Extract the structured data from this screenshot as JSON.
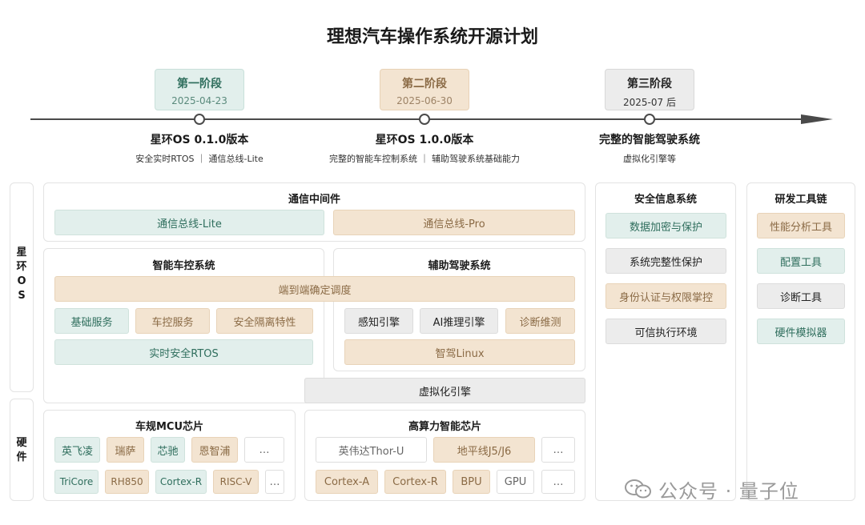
{
  "title": "理想汽车操作系统开源计划",
  "stages": [
    {
      "name": "第一阶段",
      "date": "2025-04-23",
      "release": "星环OS 0.1.0版本",
      "desc": "安全实时RTOS ｜ 通信总线-Lite"
    },
    {
      "name": "第二阶段",
      "date": "2025-06-30",
      "release": "星环OS 1.0.0版本",
      "desc": "完整的智能车控制系统 ｜ 辅助驾驶系统基础能力"
    },
    {
      "name": "第三阶段",
      "date": "2025-07 后",
      "release": "完整的智能驾驶系统",
      "desc": "虚拟化引擎等"
    }
  ],
  "side_labels": {
    "os": "星\n环\nO\nS",
    "hw": "硬\n件"
  },
  "comm": {
    "title": "通信中间件",
    "lite": "通信总线-Lite",
    "pro": "通信总线-Pro"
  },
  "vehicle": {
    "title": "智能车控系统",
    "e2e": "端到端确定调度",
    "basic": "基础服务",
    "control": "车控服务",
    "isolation": "安全隔离特性",
    "rtos": "实时安全RTOS"
  },
  "adas": {
    "title": "辅助驾驶系统",
    "perception": "感知引擎",
    "ai": "AI推理引擎",
    "diag": "诊断维测",
    "linux": "智驾Linux"
  },
  "virt": "虚拟化引擎",
  "mcu": {
    "title": "车规MCU芯片",
    "row1": [
      "英飞凌",
      "瑞萨",
      "芯驰",
      "恩智浦",
      "…"
    ],
    "row2": [
      "TriCore",
      "RH850",
      "Cortex-R",
      "RISC-V",
      "…"
    ]
  },
  "soc": {
    "title": "高算力智能芯片",
    "row1": [
      "英伟达Thor-U",
      "地平线J5/J6",
      "…"
    ],
    "row2": [
      "Cortex-A",
      "Cortex-R",
      "BPU",
      "GPU",
      "…"
    ]
  },
  "security": {
    "title": "安全信息系统",
    "items": [
      "数据加密与保护",
      "系统完整性保护",
      "身份认证与权限掌控",
      "可信执行环境"
    ]
  },
  "devtools": {
    "title": "研发工具链",
    "items": [
      "性能分析工具",
      "配置工具",
      "诊断工具",
      "硬件模拟器"
    ]
  },
  "watermark": "公众号 · 量子位",
  "colors": {
    "green": "#e2efec",
    "tan": "#f3e4d1",
    "gray": "#ececec"
  }
}
